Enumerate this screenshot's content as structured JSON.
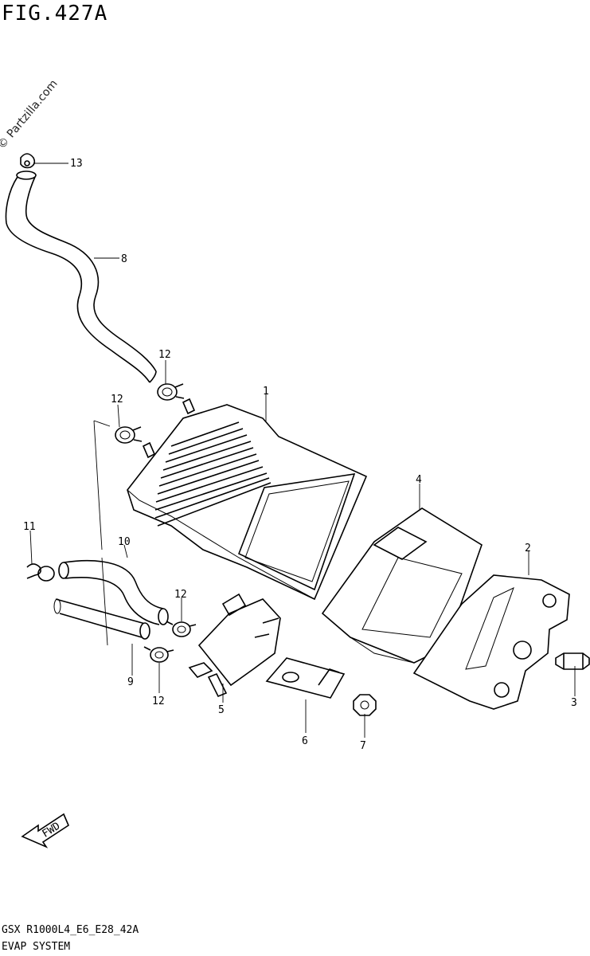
{
  "header": {
    "figure_title": "FIG.427A"
  },
  "watermark": "© Partzilla.com",
  "callouts": {
    "c1": "1",
    "c2": "2",
    "c3": "3",
    "c4": "4",
    "c5": "5",
    "c6": "6",
    "c7": "7",
    "c8": "8",
    "c9": "9",
    "c10": "10",
    "c11": "11",
    "c12a": "12",
    "c12b": "12",
    "c12c": "12",
    "c12d": "12",
    "c13": "13"
  },
  "fwd_label": "FWD",
  "footer": {
    "code": "GSX R1000L4_E6_E28_42A",
    "section": "EVAP SYSTEM"
  }
}
